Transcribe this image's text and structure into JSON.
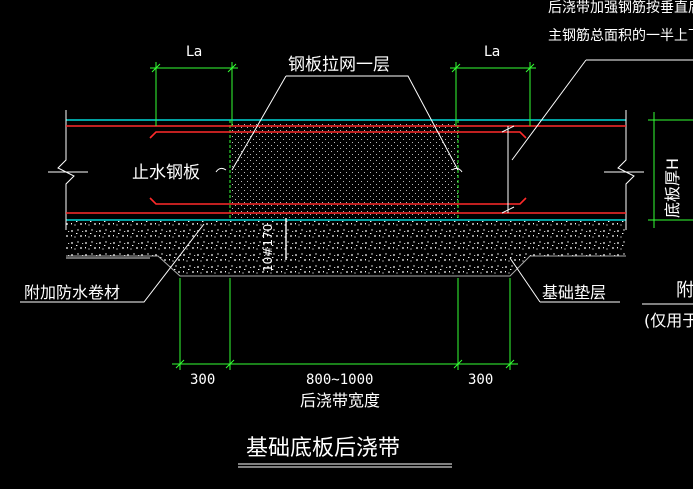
{
  "drawing": {
    "title": "基础底板后浇带",
    "labels": {
      "la_left": "La",
      "la_right": "La",
      "steel_mesh": "钢板拉网一层",
      "water_stop": "止水钢板",
      "rebar_note_line1": "后浇带加强钢筋按垂直后",
      "rebar_note_line2": "主钢筋总面积的一半上下",
      "slab_thickness": "底板厚H",
      "bolt": "10#170",
      "waterproof_membrane": "附加防水卷材",
      "base_layer": "基础垫层",
      "width_label": "后浇带宽度",
      "right_edge_text1": "附",
      "right_edge_text2": "(仅用于"
    },
    "dimensions": {
      "left": "300",
      "middle": "800~1000",
      "right": "300"
    },
    "colors": {
      "background": "#000000",
      "concrete": "#00ffff",
      "rebar": "#ff2a2a",
      "dimension": "#33ff33",
      "text": "#ffffff",
      "outline": "#ffffff"
    }
  }
}
